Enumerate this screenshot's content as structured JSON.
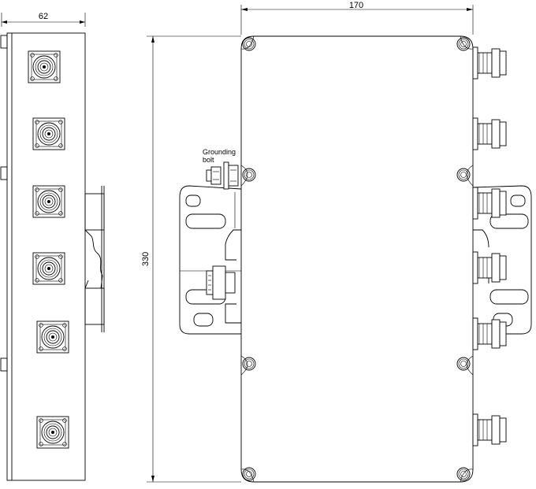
{
  "drawing": {
    "dimensions": {
      "side_width": "62",
      "front_width": "170",
      "height": "330"
    },
    "annotations": {
      "grounding_line1": "Grounding",
      "grounding_line2": "bolt"
    }
  }
}
